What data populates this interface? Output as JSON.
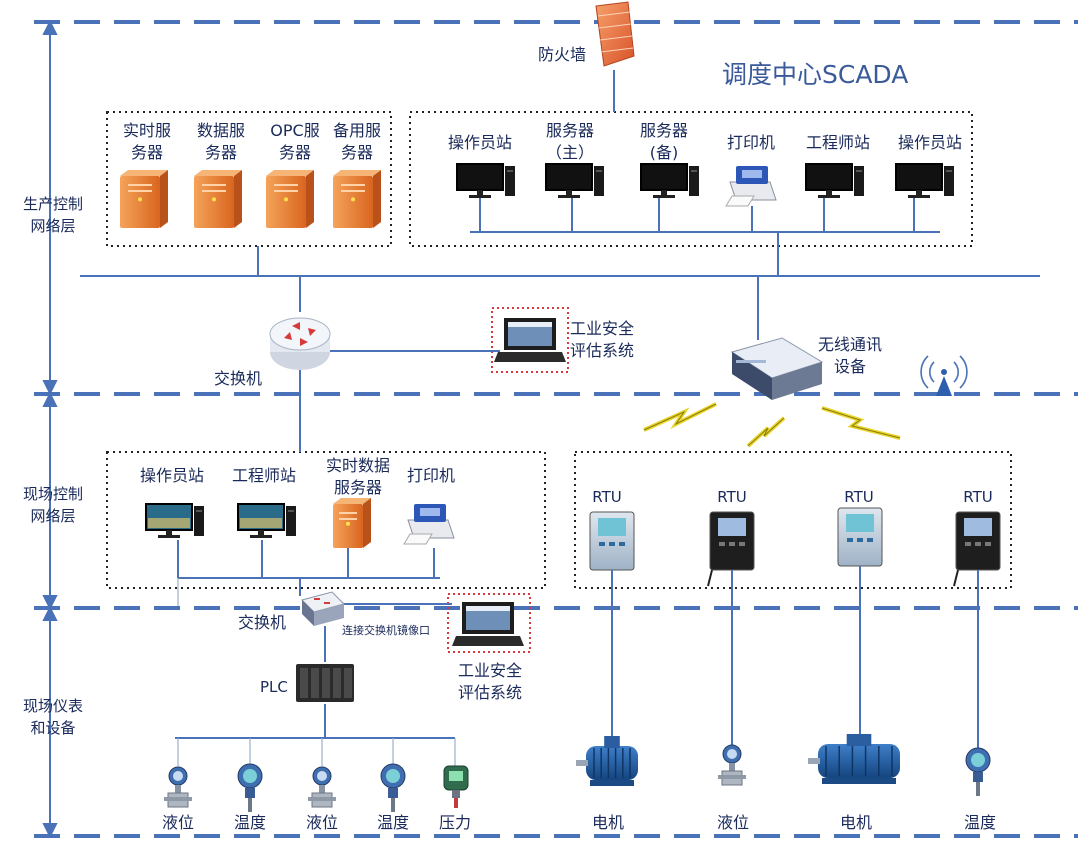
{
  "title": "调度中心SCADA",
  "firewall_label": "防火墙",
  "layers": {
    "production": "生产控制\n网络层",
    "field_control": "现场控制\n网络层",
    "field_instruments": "现场仪表\n和设备"
  },
  "scada_servers": [
    {
      "label": "实时服\n务器"
    },
    {
      "label": "数据服\n务器"
    },
    {
      "label": "OPC服\n务器"
    },
    {
      "label": "备用服\n务器"
    }
  ],
  "scada_stations": [
    {
      "label": "操作员站"
    },
    {
      "label": "服务器\n（主）"
    },
    {
      "label": "服务器\n(备)"
    },
    {
      "label": "打印机"
    },
    {
      "label": "工程师站"
    },
    {
      "label": "操作员站"
    }
  ],
  "switch_top_label": "交换机",
  "security_top_label": "工业安全\n评估系统",
  "wireless_label": "无线通讯\n设备",
  "field_stations": [
    {
      "label": "操作员站"
    },
    {
      "label": "工程师站"
    },
    {
      "label": "实时数据\n服务器"
    },
    {
      "label": "打印机"
    }
  ],
  "rtus": [
    "RTU",
    "RTU",
    "RTU",
    "RTU"
  ],
  "switch_bottom_label": "交换机",
  "mirror_port_label": "连接交换机镜像口",
  "security_bottom_label": "工业安全\n评估系统",
  "plc_label": "PLC",
  "instruments": [
    "液位",
    "温度",
    "液位",
    "温度",
    "压力",
    "电机",
    "液位",
    "电机",
    "温度"
  ],
  "colors": {
    "line": "#4a72b8",
    "dash": "#4a72b8",
    "server": "#e8853a",
    "security_box": "#d63b3b",
    "bolt": "#f2e63a"
  }
}
